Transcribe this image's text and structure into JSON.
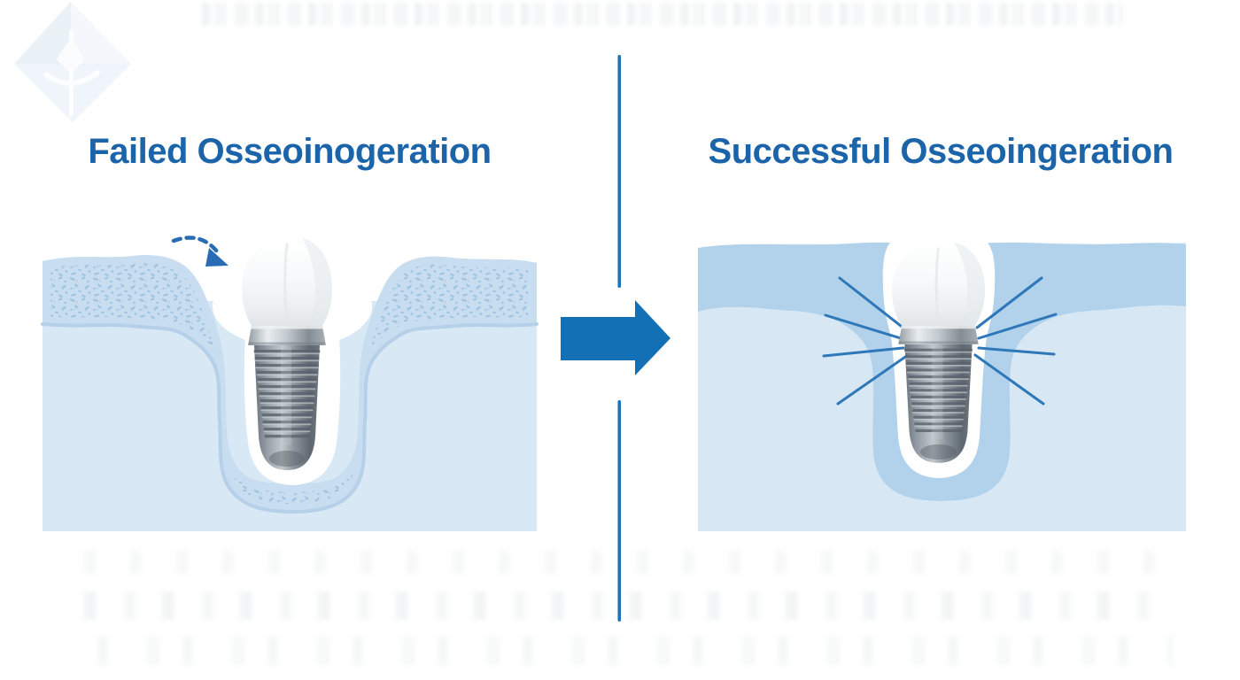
{
  "titles": {
    "left": "Failed Osseoinogeration",
    "right": "Successful Osseoingeration"
  },
  "colors": {
    "page-bg": "#ffffff",
    "title-blue": "#1b64a9",
    "accent-blue": "#1470b5",
    "divider-blue": "#1a73b6",
    "dash-blue": "#2a6cb4",
    "line-blue": "#2e77b8",
    "bone-light-left": "#d8e8f4",
    "bone-band-left": "#c8def0",
    "bone-speckle": "#9fc4e2",
    "bone-edge": "#b5d0e8",
    "bone-light-right": "#d7e8f4",
    "bone-band-right": "#b2d2ec",
    "gap-white": "#ffffff",
    "watermark-blue": "#eef4fa"
  },
  "icons": {
    "watermark": "diamond-tooth-logo",
    "center_arrow": "right-arrow",
    "failed_cue": "curved-dashed-arrow",
    "success_cue": "radiating-integration-lines"
  }
}
